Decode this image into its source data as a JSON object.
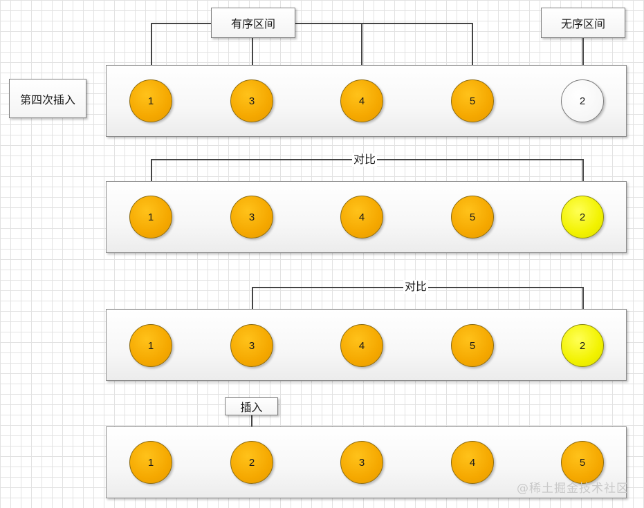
{
  "labels": {
    "ordered": "有序区间",
    "unordered": "无序区间",
    "step": "第四次插入",
    "compare1": "对比",
    "compare2": "对比",
    "insert": "插入"
  },
  "rows": [
    {
      "values": [
        "1",
        "3",
        "4",
        "5",
        "2"
      ]
    },
    {
      "values": [
        "1",
        "3",
        "4",
        "5",
        "2"
      ]
    },
    {
      "values": [
        "1",
        "3",
        "4",
        "5",
        "2"
      ]
    },
    {
      "values": [
        "1",
        "2",
        "3",
        "4",
        "5"
      ]
    }
  ],
  "watermark": "@稀土掘金技术社区",
  "colors": {
    "sorted": "#f5a800",
    "compare": "#f2f200",
    "unsorted": "#f6f6f6"
  }
}
